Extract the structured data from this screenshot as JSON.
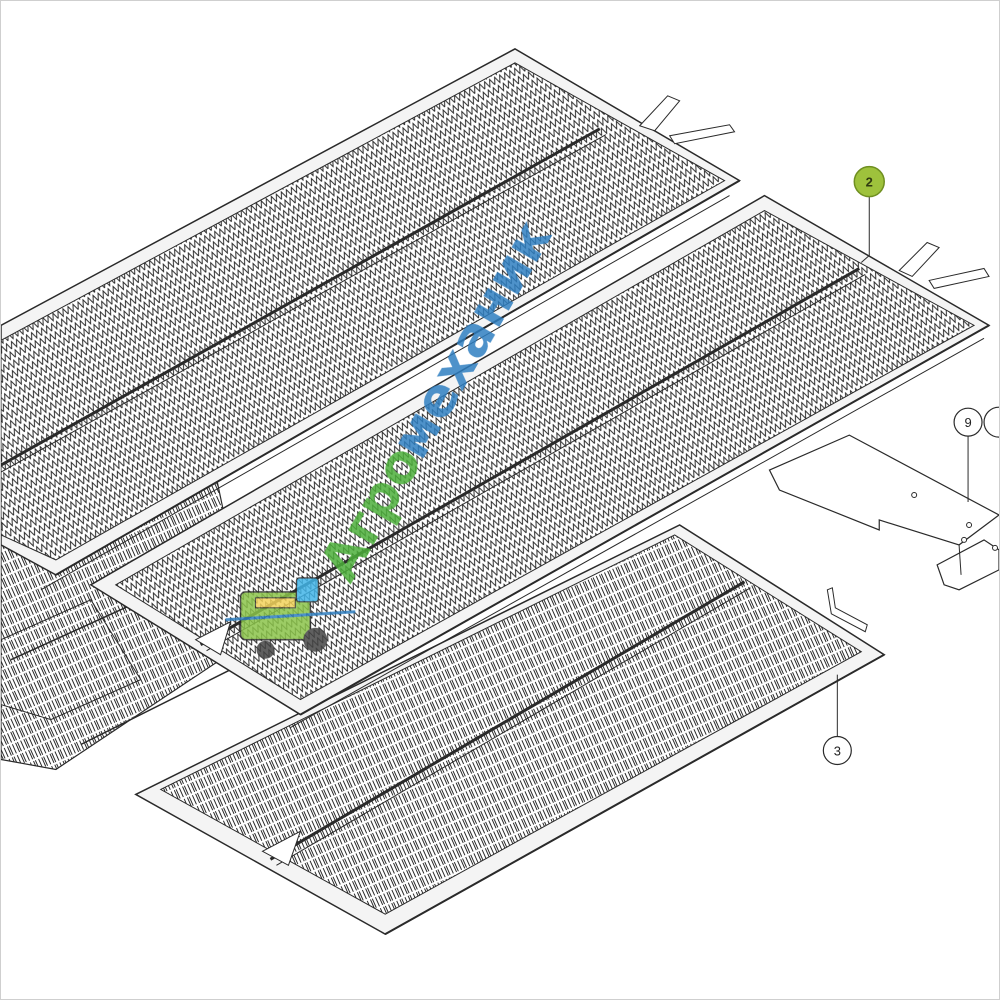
{
  "callouts": [
    {
      "id": "callout-2",
      "label": "2",
      "highlighted": true
    },
    {
      "id": "callout-9",
      "label": "9",
      "highlighted": false
    },
    {
      "id": "callout-3",
      "label": "3",
      "highlighted": false
    }
  ],
  "watermark": {
    "text_green": "Агро",
    "text_blue": "механик",
    "logo_icon": "combine-harvester-icon"
  },
  "colors": {
    "line": "#2a2a2a",
    "highlight_fill": "#9ec23c",
    "watermark_green": "#4caf3a",
    "watermark_blue": "#2f7fc1",
    "harvester_body": "#8bc34a",
    "harvester_cab": "#43b5e8"
  }
}
